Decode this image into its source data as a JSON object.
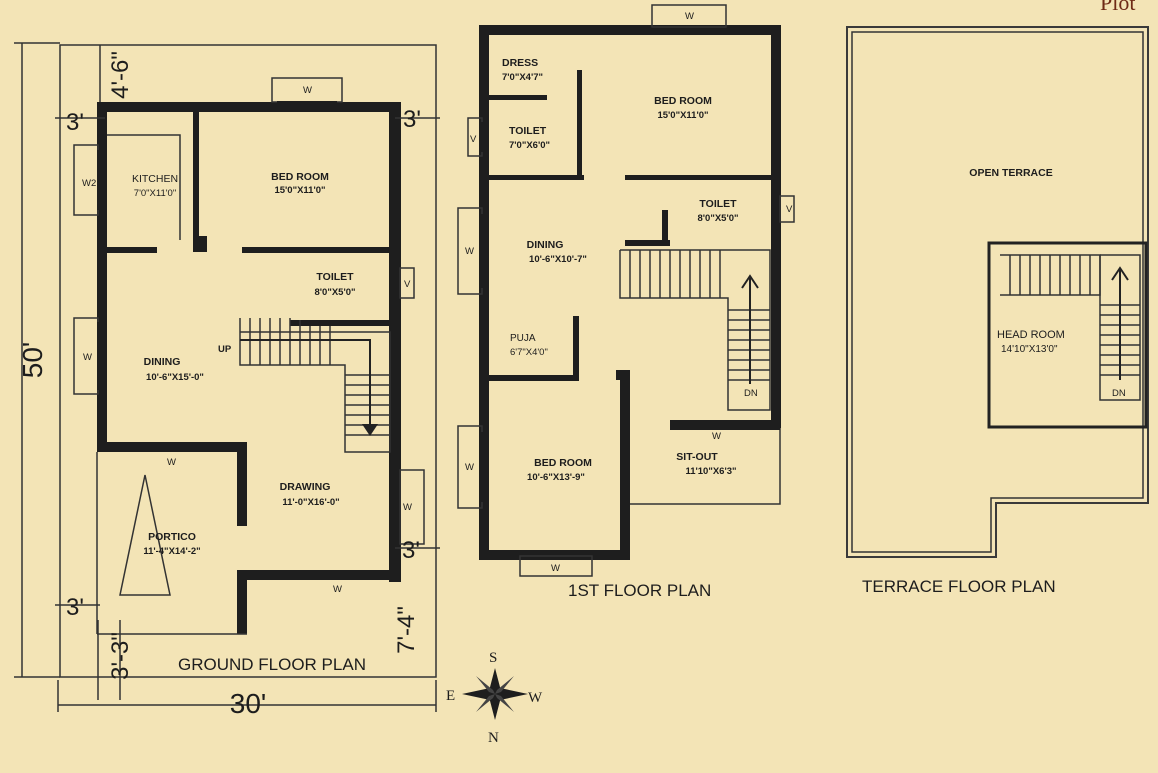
{
  "corner_title": "Plot",
  "ground": {
    "plan_title": "GROUND FLOOR PLAN",
    "dim_height": "50'",
    "dim_width": "30'",
    "dim_top_gap": "4'-6\"",
    "dim_side_left_top": "3'",
    "dim_side_right_top": "3'",
    "dim_side_right_mid": "3'",
    "dim_side_left_bottom": "3'",
    "dim_bottom_left": "3'-3\"",
    "dim_bottom_right": "7'-4\"",
    "rooms": {
      "kitchen": {
        "name": "KITCHEN",
        "size": "7'0\"X11'0\""
      },
      "bedroom": {
        "name": "BED ROOM",
        "size": "15'0\"X11'0\""
      },
      "toilet": {
        "name": "TOILET",
        "size": "8'0\"X5'0\""
      },
      "dining": {
        "name": "DINING",
        "size": "10'-6\"X15'-0\""
      },
      "drawing": {
        "name": "DRAWING",
        "size": "11'-0\"X16'-0\""
      },
      "portico": {
        "name": "PORTICO",
        "size": "11'-4\"X14'-2\""
      }
    },
    "labels": {
      "up": "UP",
      "w": "W",
      "w2": "W2",
      "v": "V"
    }
  },
  "first": {
    "plan_title": "1ST FLOOR PLAN",
    "rooms": {
      "dress": {
        "name": "DRESS",
        "size": "7'0\"X4'7\""
      },
      "toilet1": {
        "name": "TOILET",
        "size": "7'0\"X6'0\""
      },
      "bedroom1": {
        "name": "BED ROOM",
        "size": "15'0\"X11'0\""
      },
      "toilet2": {
        "name": "TOILET",
        "size": "8'0\"X5'0\""
      },
      "dining": {
        "name": "DINING",
        "size": "10'-6\"X10'-7\""
      },
      "puja": {
        "name": "PUJA",
        "size": "6'7\"X4'0\""
      },
      "bedroom2": {
        "name": "BED ROOM",
        "size": "10'-6\"X13'-9\""
      },
      "sitout": {
        "name": "SIT-OUT",
        "size": "11'10\"X6'3\""
      }
    },
    "labels": {
      "dn": "DN",
      "w": "W",
      "v": "V"
    }
  },
  "terrace": {
    "plan_title": "TERRACE FLOOR PLAN",
    "open": "OPEN TERRACE",
    "head_room": {
      "name": "HEAD ROOM",
      "size": "14'10\"X13'0\""
    },
    "labels": {
      "dn": "DN"
    }
  },
  "compass": {
    "n": "N",
    "s": "S",
    "e": "E",
    "w": "W"
  }
}
